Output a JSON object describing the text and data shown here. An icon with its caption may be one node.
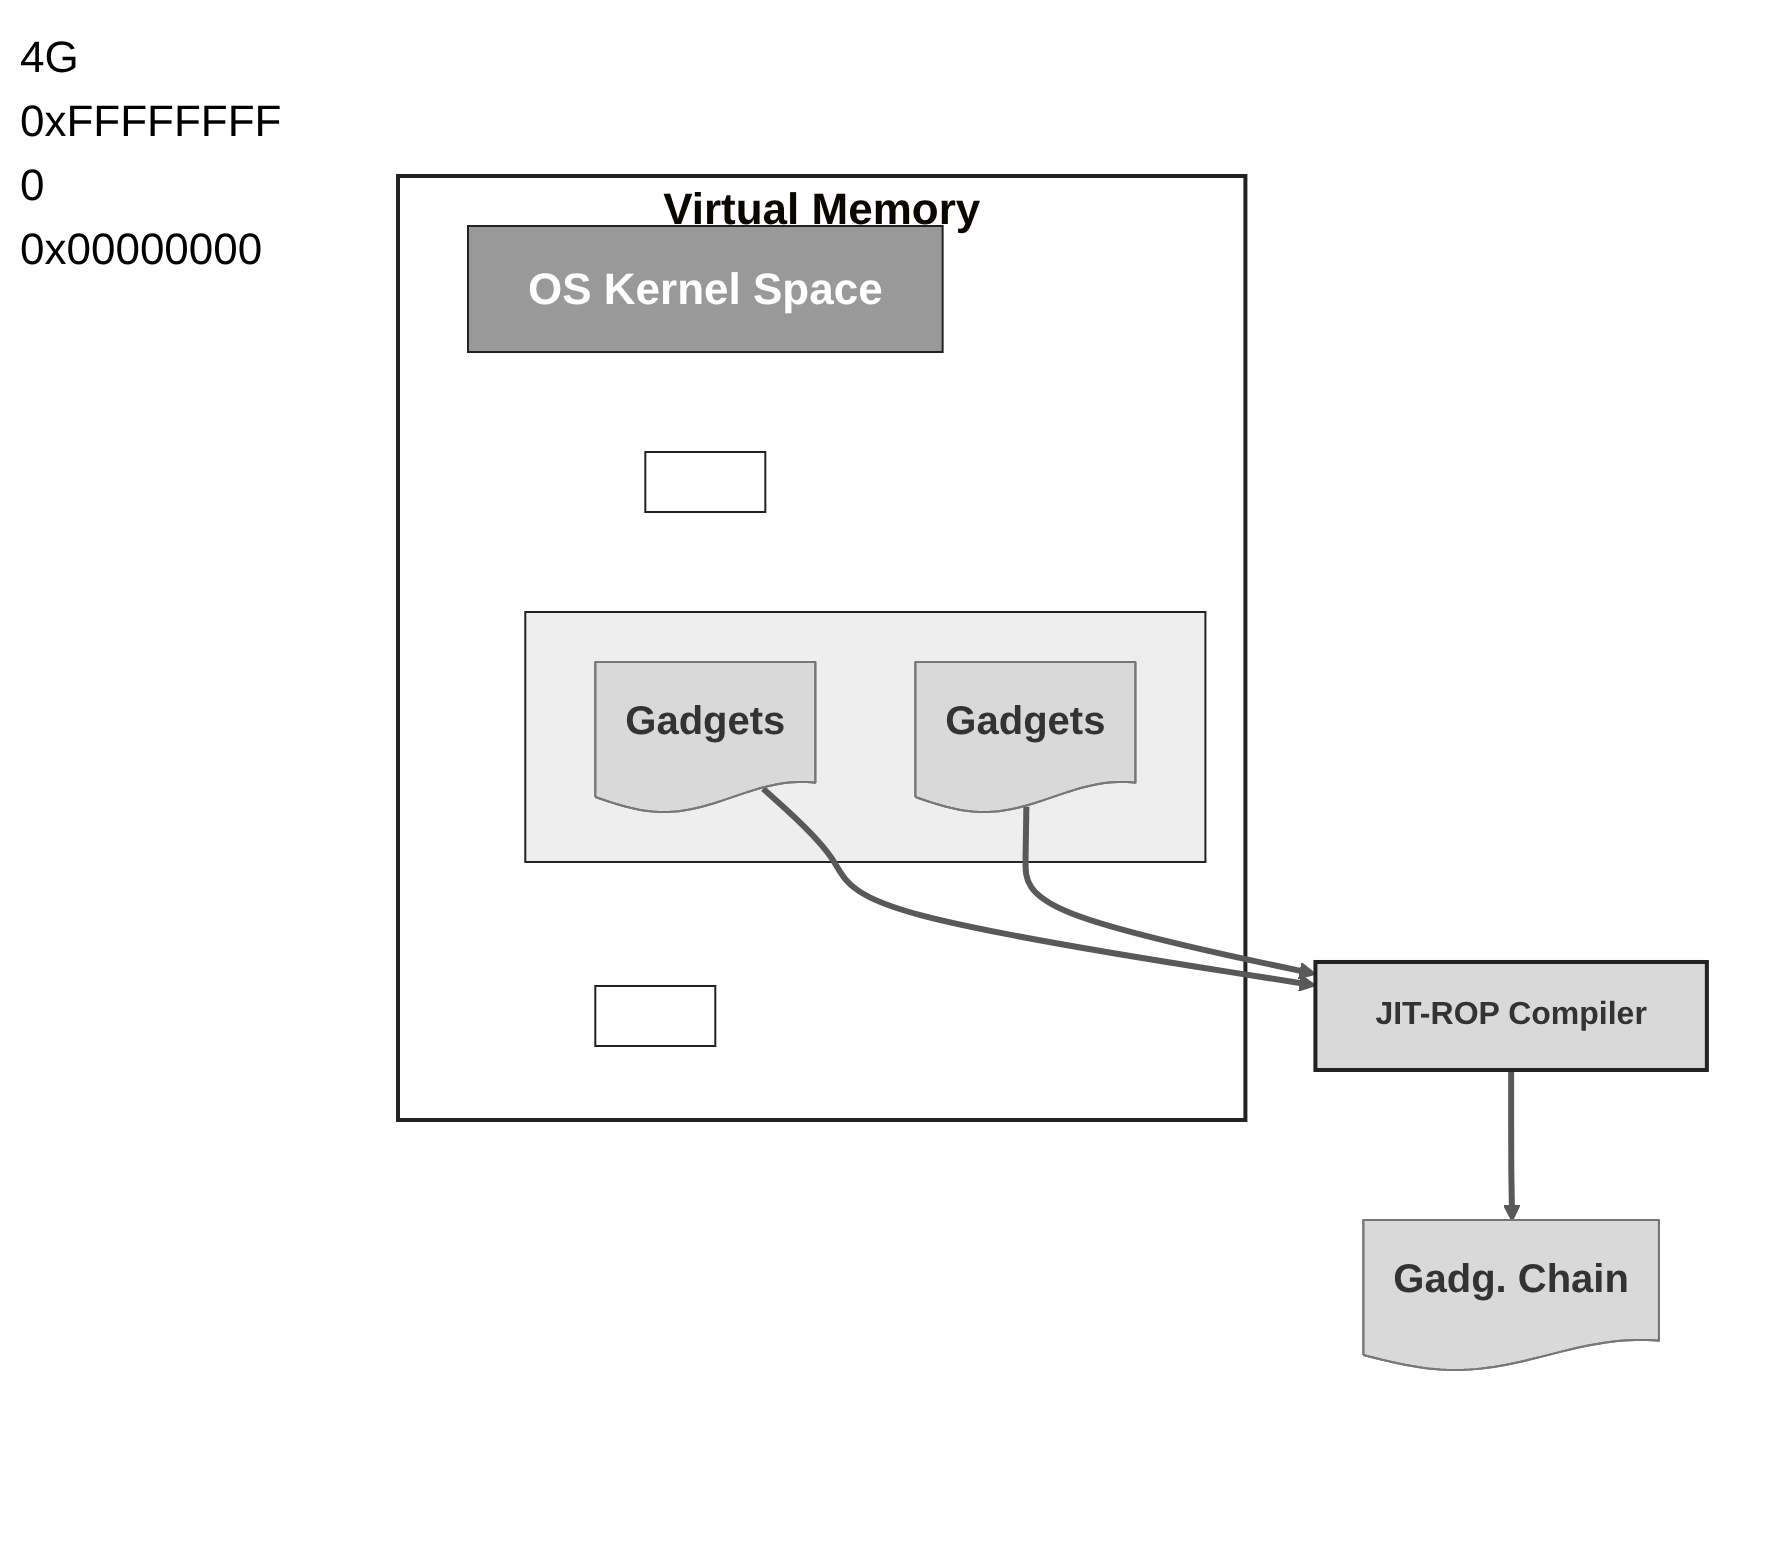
{
  "diagram": {
    "nodes": [
      {
        "text": [
          "Virtual Memory"
        ]
      },
      {
        "text": [
          "OS Kernel Space"
        ],
        "in": 0
      },
      {
        "text": [],
        "shape": "box",
        "in": 0
      },
      {
        "text": [],
        "shape": "box",
        "in": 0
      },
      {
        "text": [
          "Gadgets"
        ],
        "in": 3
      },
      {
        "text": [
          "Gadgets"
        ],
        "in": 3
      },
      {
        "text": [],
        "shape": "box",
        "in": 0
      },
      {
        "text": [
          "JIT-ROP Compiler"
        ]
      },
      {
        "text": [
          "Gadg. Chain"
        ]
      }
    ],
    "edges": [
      {
        "from": 4,
        "to": 7,
        "arrow": "to"
      },
      {
        "from": 5,
        "to": 7,
        "arrow": "to"
      },
      {
        "from": 7,
        "to": 8,
        "arrow": "to"
      }
    ],
    "labels": [
      "4G",
      "0xFFFFFFFF",
      "0",
      "0x00000000"
    ]
  }
}
